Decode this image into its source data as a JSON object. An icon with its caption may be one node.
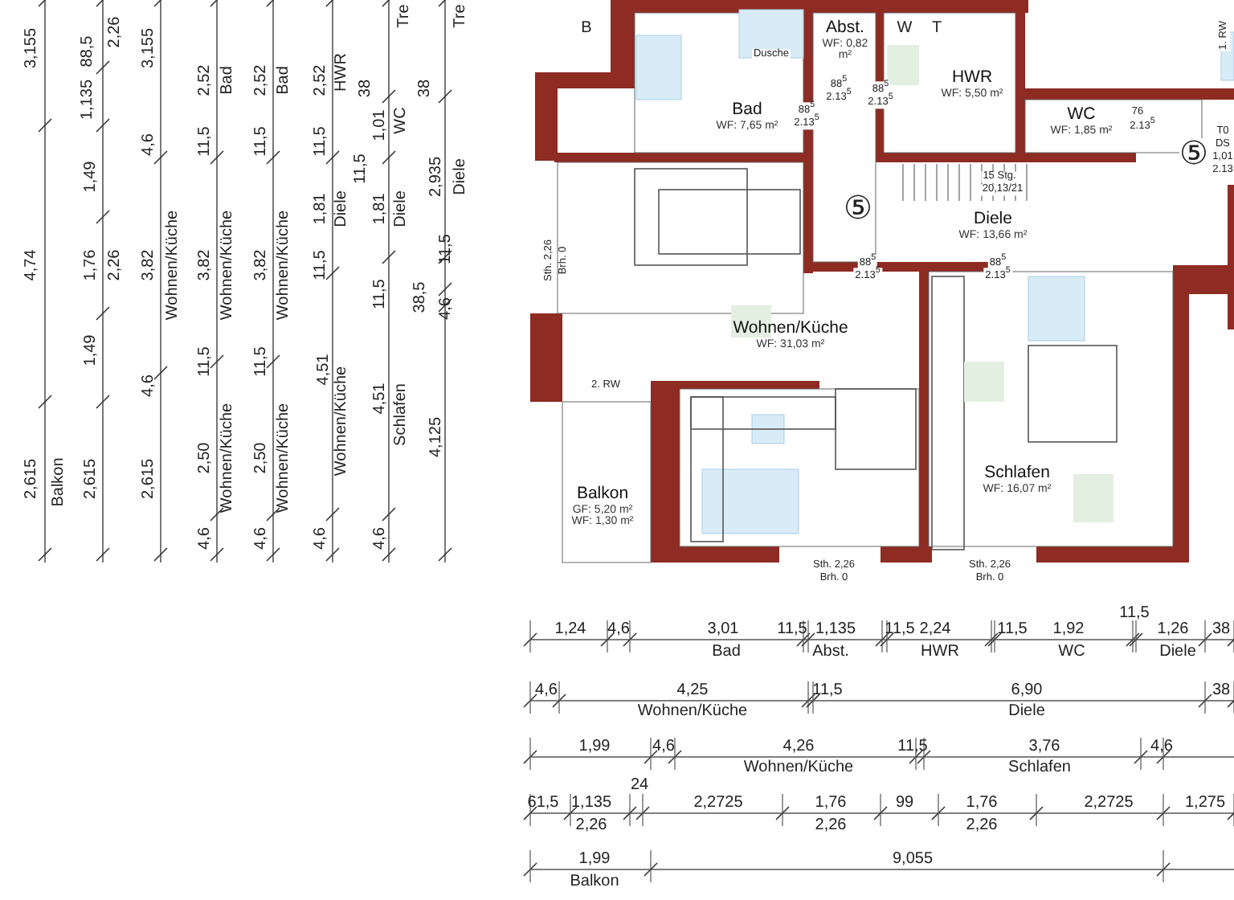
{
  "diagram": {
    "nodes": [
      {
        "text": [
          "Bad",
          "WF: 7,65 m²"
        ]
      },
      {
        "text": [
          "Abst.",
          "WF: 0,82 m²"
        ]
      },
      {
        "text": [
          "HWR",
          "WF: 5,50 m²"
        ]
      },
      {
        "text": [
          "WC",
          "WF: 1,85 m²"
        ]
      },
      {
        "text": [
          "Diele",
          "WF: 13,66 m²"
        ]
      },
      {
        "text": [
          "Wohnen/Küche",
          "WF: 31,03 m²"
        ]
      },
      {
        "text": [
          "Balkon",
          "GF: 5,20 m²",
          "WF: 1,30 m²"
        ]
      },
      {
        "text": [
          "Schlafen",
          "WF: 16,07 m²"
        ]
      }
    ],
    "labels": [
      "3,155",
      "4,74",
      "2,615",
      "Balkon",
      "88,5",
      "2,26",
      "3,155",
      "1,135",
      "1,49",
      "1,76",
      "2,26",
      "1,49",
      "2,615",
      "4,6",
      "3,82",
      "Wohnen/Küche",
      "4,6",
      "2,615",
      "2,52",
      "Bad",
      "11,5",
      "3,82",
      "Wohnen/Küche",
      "11,5",
      "2,50",
      "Wohnen/Küche",
      "4,6",
      "2,52",
      "Bad",
      "11,5",
      "3,82",
      "Wohnen/Küche",
      "11,5",
      "2,50",
      "Wohnen/Küche",
      "4,6",
      "2,52",
      "HWR",
      "38",
      "11,5",
      "1,81",
      "Diele",
      "11,5",
      "4,51",
      "Wohnen/Küche",
      "4,6",
      "Tre",
      "1,01",
      "WC",
      "11,5",
      "1,81",
      "Diele",
      "11,5",
      "4,51",
      "Schlafen",
      "4,6",
      "38",
      "Tre",
      "2,935",
      "Diele",
      "11,5",
      "38,5",
      "4,6",
      "4,125",
      "B",
      "Dusche",
      "W",
      "T",
      "88$^{5}$",
      "2.13$^{5}$",
      "88$^{5}$",
      "2.13$^{5}$",
      "88$^{5}$",
      "2.13$^{5}$",
      "76",
      "2.13$^{5}$",
      "T0",
      "DS",
      "1,01",
      "2.13",
      "⑤",
      "⑤",
      "15 Stg.",
      "20,13/21",
      "88$^{5}$",
      "2.13$^{5}$",
      "88$^{5}$",
      "2.13$^{5}$",
      "Sth. 2,26",
      "Brh. 0",
      "2. RW",
      "1. RW",
      "Sth. 2,26",
      "Brh. 0",
      "Sth. 2,26",
      "Brh. 0",
      "1,24",
      "4,6",
      "3,01",
      "11,5",
      "1,135",
      "11,5",
      "2,24",
      "11,5",
      "1,92",
      "11,5",
      "1,26",
      "38",
      "Bad",
      "Abst.",
      "HWR",
      "WC",
      "Diele",
      "4,6",
      "4,25",
      "11,5",
      "6,90",
      "38",
      "Wohnen/Küche",
      "Diele",
      "1,99",
      "4,6",
      "4,26",
      "11,5",
      "3,76",
      "4,6",
      "Wohnen/Küche",
      "Schlafen",
      "61,5",
      "1,135",
      "24",
      "2,2725",
      "1,76",
      "99",
      "1,76",
      "2,2725",
      "1,275",
      "2,26",
      "2,26",
      "2,26",
      "1,99",
      "9,055",
      "Balkon"
    ]
  }
}
